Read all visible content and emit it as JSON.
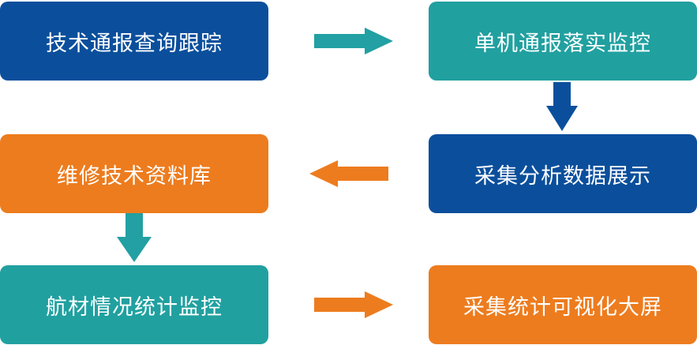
{
  "colors": {
    "dark_blue": "#0b4f9c",
    "teal": "#21a0a0",
    "orange": "#ed7c1e",
    "arrow_teal": "#22a0a3",
    "arrow_orange": "#ed7c1e",
    "arrow_blue": "#0b4f9c"
  },
  "nodes": {
    "tech_report_tracking": "技术通报查询跟踪",
    "single_aircraft_report": "单机通报落实监控",
    "collection_analysis_display": "采集分析数据展示",
    "maintenance_tech_library": "维修技术资料库",
    "aircraft_material_monitoring": "航材情况统计监控",
    "collection_stats_screen": "采集统计可视化大屏"
  },
  "arrows": [
    {
      "from": "tech_report_tracking",
      "to": "single_aircraft_report",
      "direction": "right",
      "color": "teal"
    },
    {
      "from": "single_aircraft_report",
      "to": "collection_analysis_display",
      "direction": "down",
      "color": "dark_blue"
    },
    {
      "from": "collection_analysis_display",
      "to": "maintenance_tech_library",
      "direction": "left",
      "color": "orange"
    },
    {
      "from": "maintenance_tech_library",
      "to": "aircraft_material_monitoring",
      "direction": "down",
      "color": "teal"
    },
    {
      "from": "aircraft_material_monitoring",
      "to": "collection_stats_screen",
      "direction": "right",
      "color": "orange"
    }
  ]
}
